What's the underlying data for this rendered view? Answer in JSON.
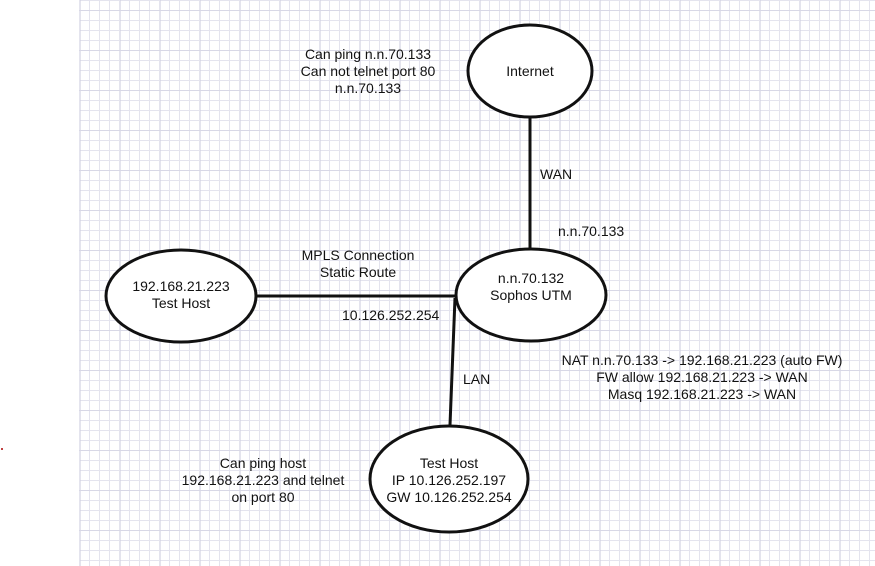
{
  "nodes": {
    "internet": {
      "lines": [
        "Internet"
      ]
    },
    "sophos": {
      "lines": [
        "n.n.70.132",
        "Sophos UTM"
      ]
    },
    "left_host": {
      "lines": [
        "192.168.21.223",
        "Test Host"
      ]
    },
    "test_host": {
      "lines": [
        "Test Host",
        "IP 10.126.252.197",
        "GW 10.126.252.254"
      ]
    }
  },
  "labels": {
    "internet_note": [
      "Can ping n.n.70.133",
      "Can not telnet port 80",
      "n.n.70.133"
    ],
    "wan": "WAN",
    "wan_ip": "n.n.70.133",
    "mpls": [
      "MPLS Connection",
      "Static Route"
    ],
    "lan_gw_ip": "10.126.252.254",
    "lan": "LAN",
    "nat_rules": [
      "NAT n.n.70.133 -> 192.168.21.223 (auto FW)",
      "FW allow 192.168.21.223 -> WAN",
      "Masq 192.168.21.223 -> WAN"
    ],
    "host_note": [
      "Can ping host",
      "192.168.21.223 and telnet",
      "on port 80"
    ]
  },
  "colors": {
    "stroke": "#111111",
    "grid": "#e4e4ee"
  }
}
